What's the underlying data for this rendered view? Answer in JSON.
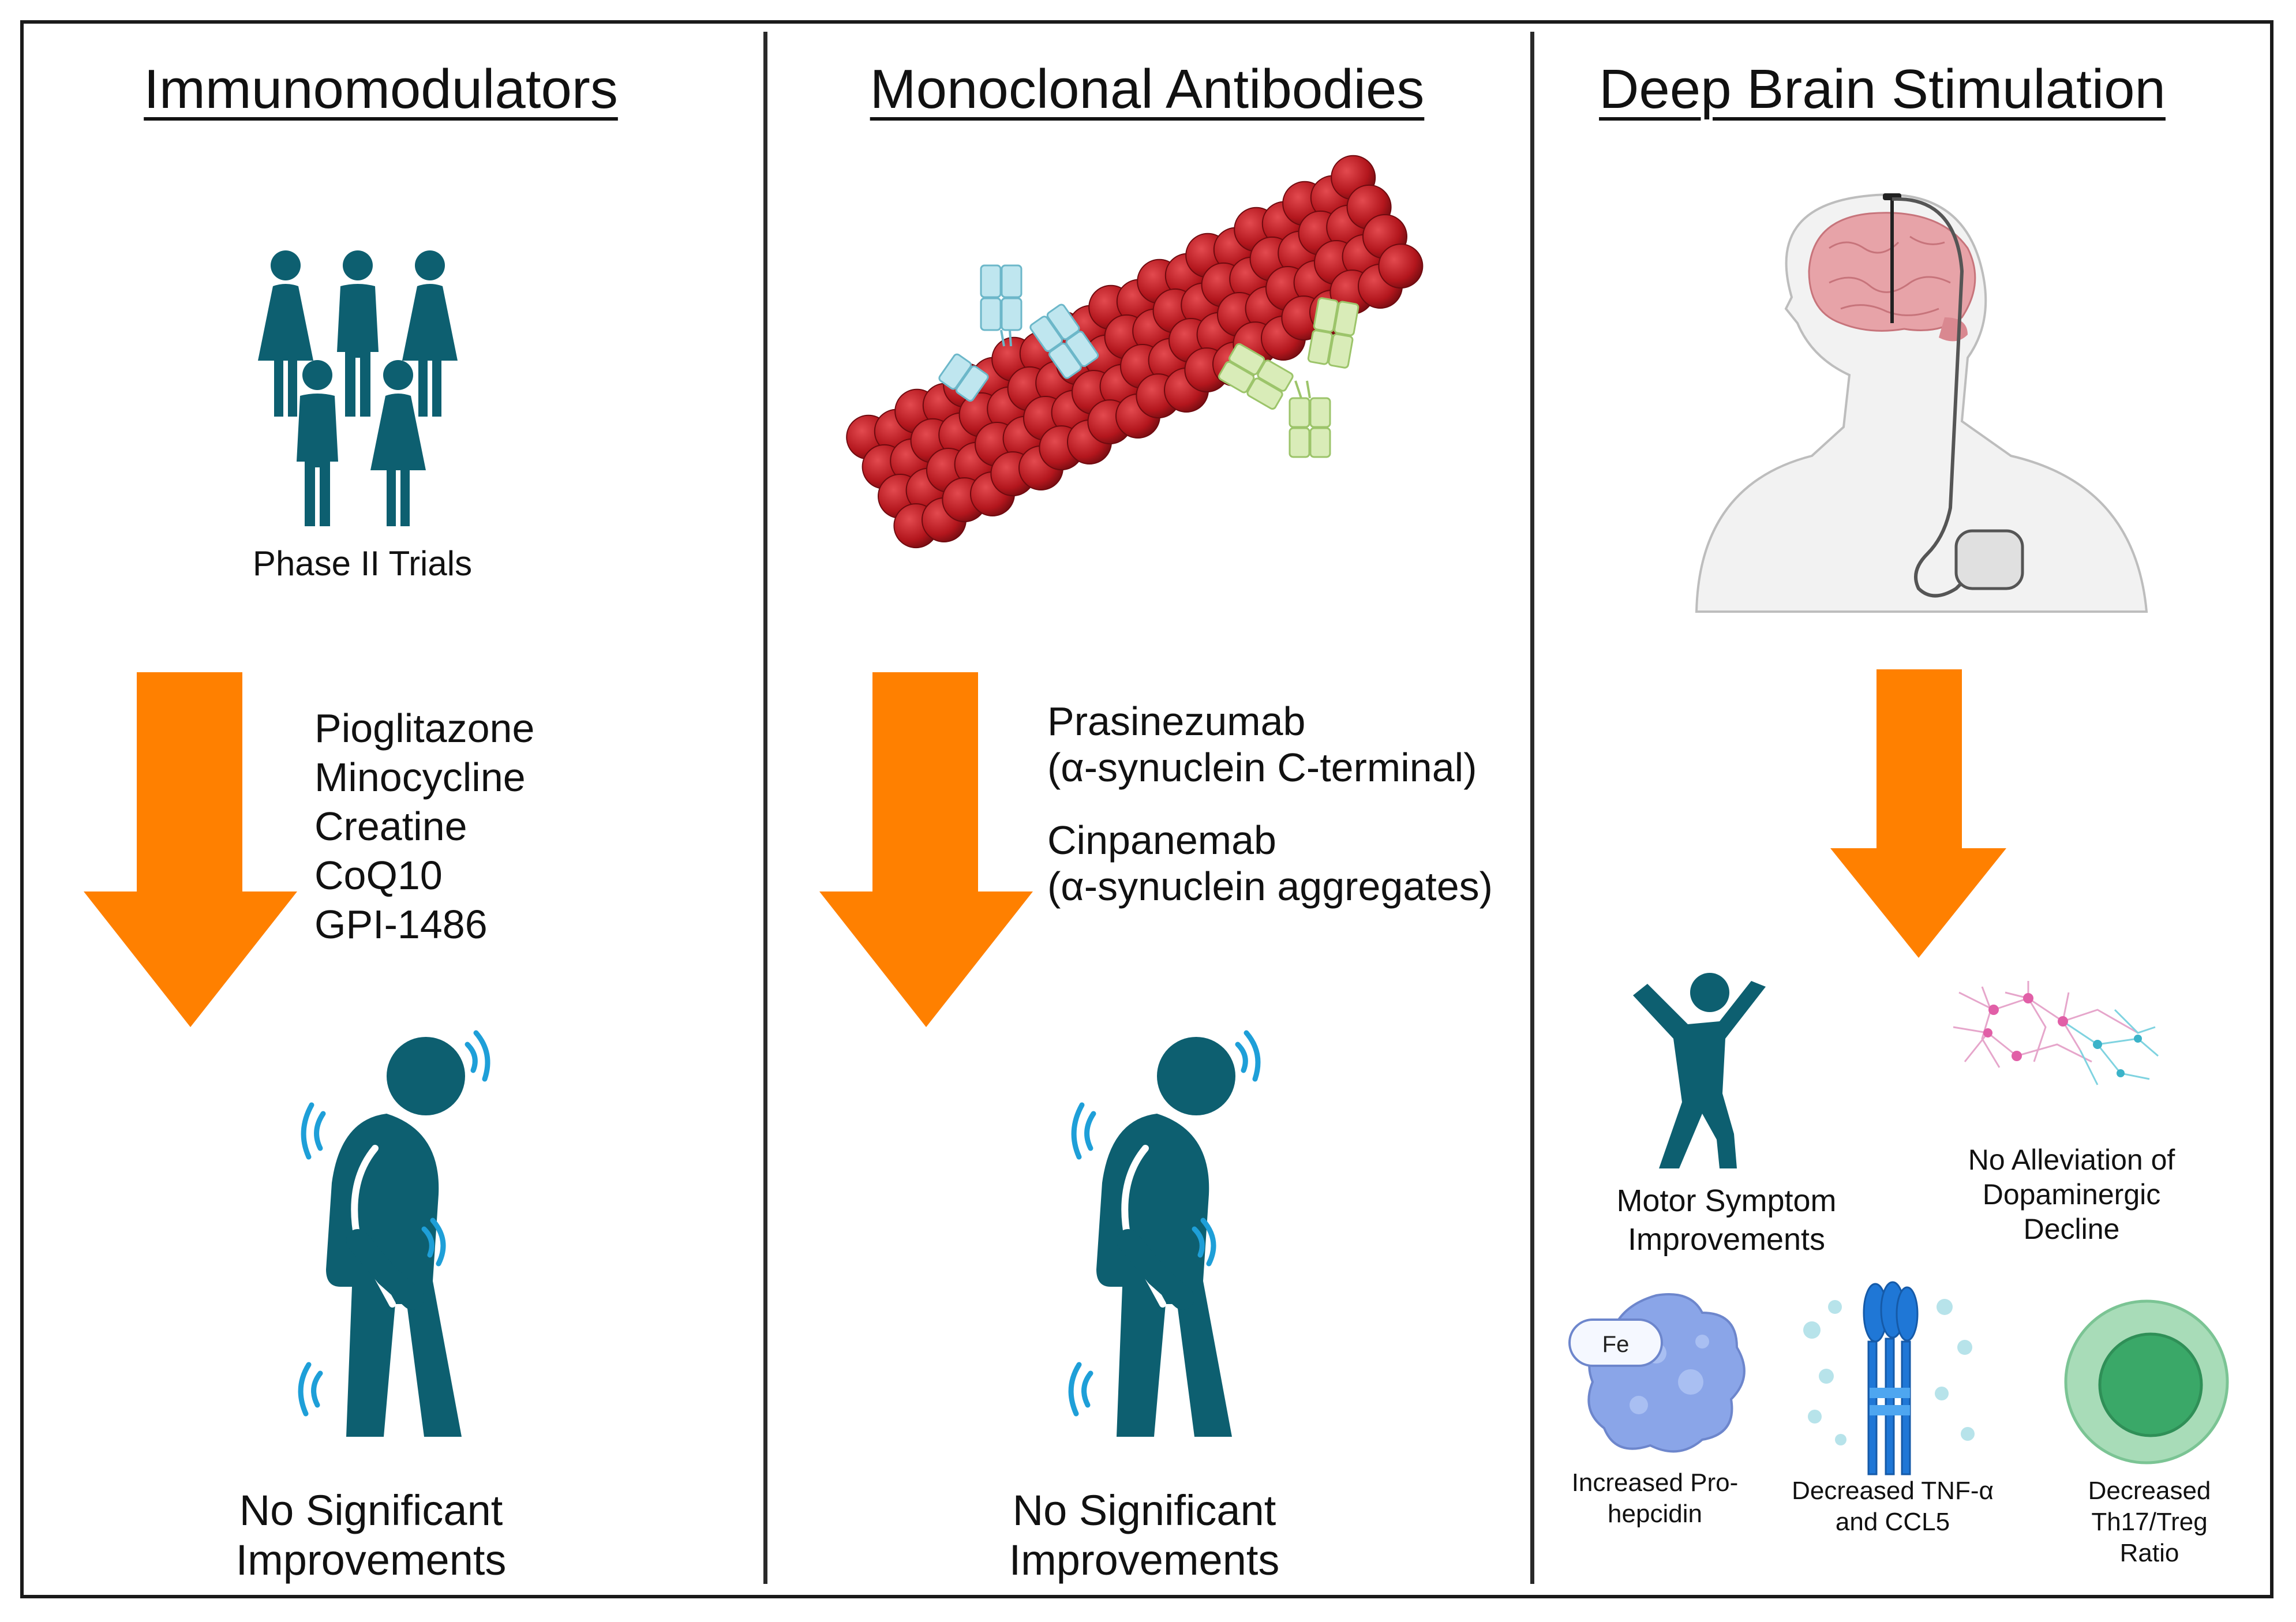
{
  "panels": {
    "immunomodulators": {
      "title": "Immunomodulators",
      "phase_label": "Phase II Trials",
      "drugs": [
        "Pioglitazone",
        "Minocycline",
        "Creatine",
        "CoQ10",
        "GPI-1486"
      ],
      "result_line1": "No Significant",
      "result_line2": "Improvements"
    },
    "monoclonal": {
      "title": "Monoclonal Antibodies",
      "drug1_name": "Prasinezumab",
      "drug1_target": "(α-synuclein C-terminal)",
      "drug2_name": "Cinpanemab",
      "drug2_target": "(α-synuclein aggregates)",
      "result_line1": "No Significant",
      "result_line2": "Improvements"
    },
    "dbs": {
      "title": "Deep Brain Stimulation",
      "motor_line1": "Motor Symptom",
      "motor_line2": "Improvements",
      "dopa_line1": "No Alleviation of",
      "dopa_line2": "Dopaminergic",
      "dopa_line3": "Decline",
      "iron_label": "Fe",
      "hepcidin_line1": "Increased Pro-",
      "hepcidin_line2": "hepcidin",
      "tnf_line1": "Decreased TNF-α",
      "tnf_line2": "and CCL5",
      "th17_line1": "Decreased",
      "th17_line2": "Th17/Treg Ratio"
    }
  },
  "colors": {
    "arrow": "#ff8000",
    "figure": "#0d5f70",
    "tremor": "#1e9fd8",
    "fibril": "#b3161d",
    "antibody_blue": "#bfe6ef",
    "antibody_green": "#d9ecb8",
    "brain": "#e7a3a8",
    "cell_outer": "#8fd1a6",
    "cell_inner": "#3aa868",
    "protein": "#8aa5e8",
    "receptor": "#1f77d6"
  }
}
